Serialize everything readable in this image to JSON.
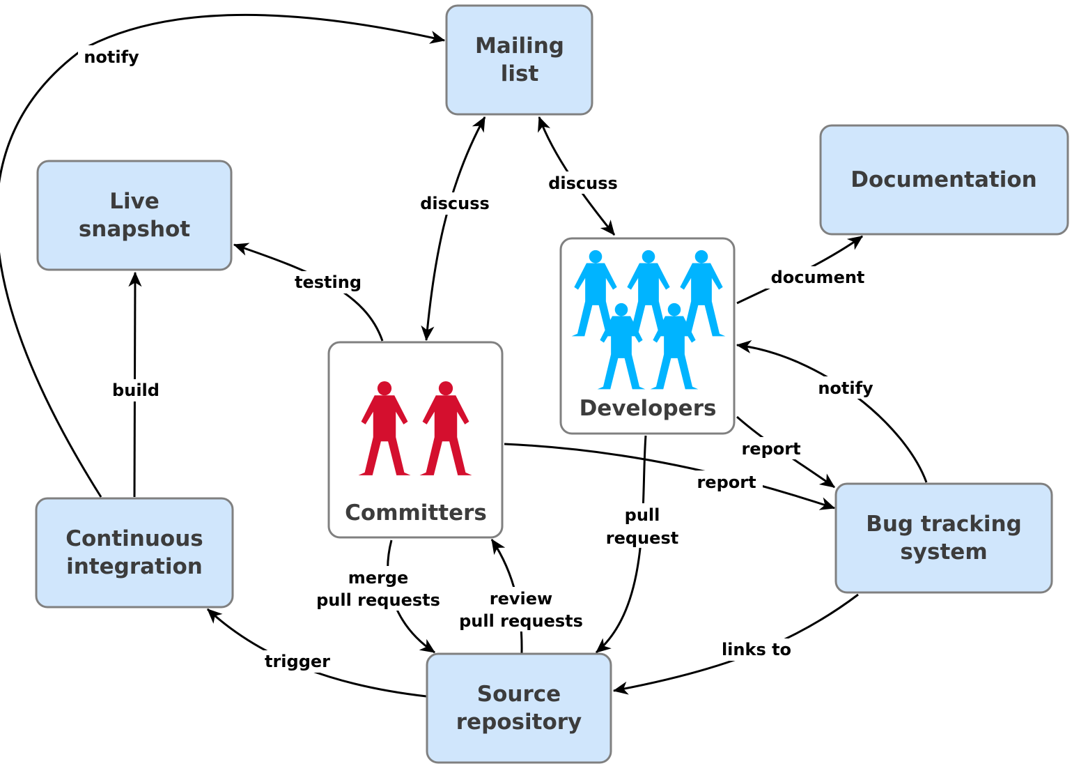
{
  "colors": {
    "node_fill": "#d0e6fc",
    "people_node_fill": "#ffffff",
    "node_border": "#808080",
    "committer_figure": "#d40f2e",
    "developer_figure": "#00b4ff",
    "edge": "#000000"
  },
  "nodes": {
    "mailing_list": [
      "Mailing",
      "list"
    ],
    "documentation": [
      "Documentation"
    ],
    "live_snapshot": [
      "Live",
      "snapshot"
    ],
    "developers": [
      "Developers"
    ],
    "committers": [
      "Committers"
    ],
    "continuous_integration": [
      "Continuous",
      "integration"
    ],
    "bug_tracking": [
      "Bug tracking",
      "system"
    ],
    "source_repository": [
      "Source",
      "repository"
    ]
  },
  "edges": {
    "notify_ci_mailing": [
      "notify"
    ],
    "discuss_committers": [
      "discuss"
    ],
    "discuss_developers": [
      "discuss"
    ],
    "testing": [
      "testing"
    ],
    "document": [
      "document"
    ],
    "build": [
      "build"
    ],
    "notify_bug_developers": [
      "notify"
    ],
    "report_developers": [
      "report"
    ],
    "report_committers": [
      "report"
    ],
    "pull_request": [
      "pull",
      "request"
    ],
    "merge_pull_requests": [
      "merge",
      "pull requests"
    ],
    "review_pull_requests": [
      "review",
      "pull requests"
    ],
    "trigger": [
      "trigger"
    ],
    "links_to": [
      "links to"
    ]
  },
  "icons": {
    "committers": "person-icon",
    "developers": "person-icon"
  }
}
